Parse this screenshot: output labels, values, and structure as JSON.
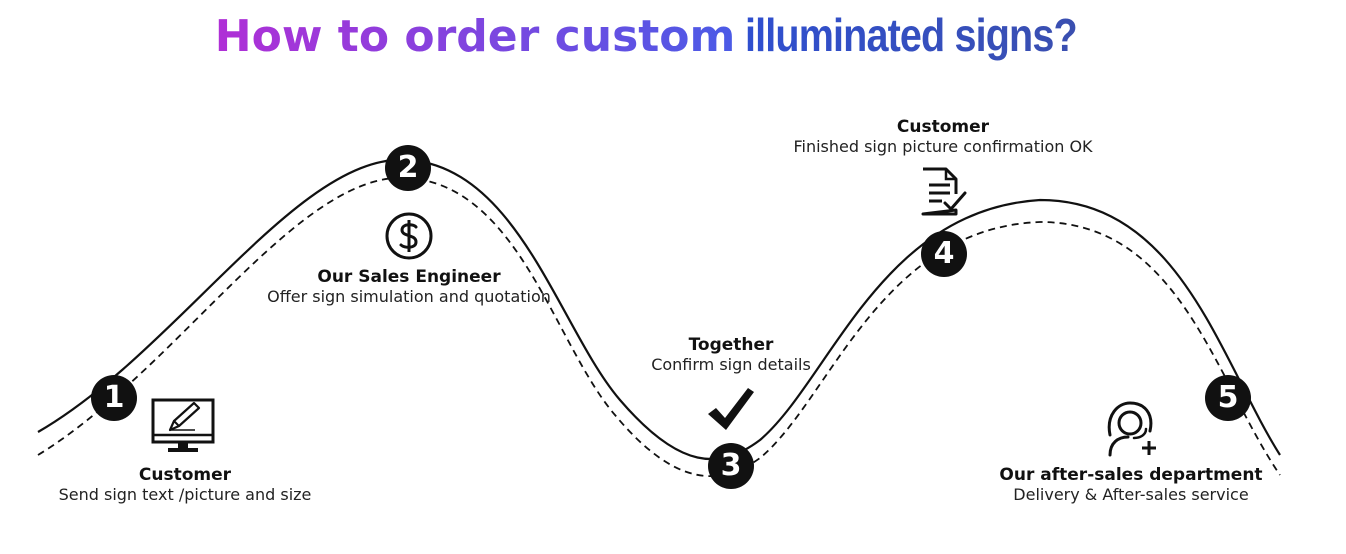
{
  "title": {
    "part1": "How to order custom",
    "part2": "illuminated signs?"
  },
  "steps": [
    {
      "number": "1",
      "who": "Customer",
      "what": "Send sign text /picture and size",
      "icon": "monitor-pen-icon"
    },
    {
      "number": "2",
      "who": "Our Sales Engineer",
      "what": "Offer sign simulation and quotation",
      "icon": "dollar-circle-icon"
    },
    {
      "number": "3",
      "who": "Together",
      "what": "Confirm sign details",
      "icon": "checkmark-icon"
    },
    {
      "number": "4",
      "who": "Customer",
      "what": "Finished sign picture confirmation OK",
      "icon": "document-check-icon"
    },
    {
      "number": "5",
      "who": "Our after-sales department",
      "what": "Delivery & After-sales service",
      "icon": "headset-user-plus-icon"
    }
  ],
  "colors": {
    "title_gradient_start": "#b02fd6",
    "title_gradient_end": "#4a5be6",
    "line": "#111111",
    "circle": "#111111"
  }
}
